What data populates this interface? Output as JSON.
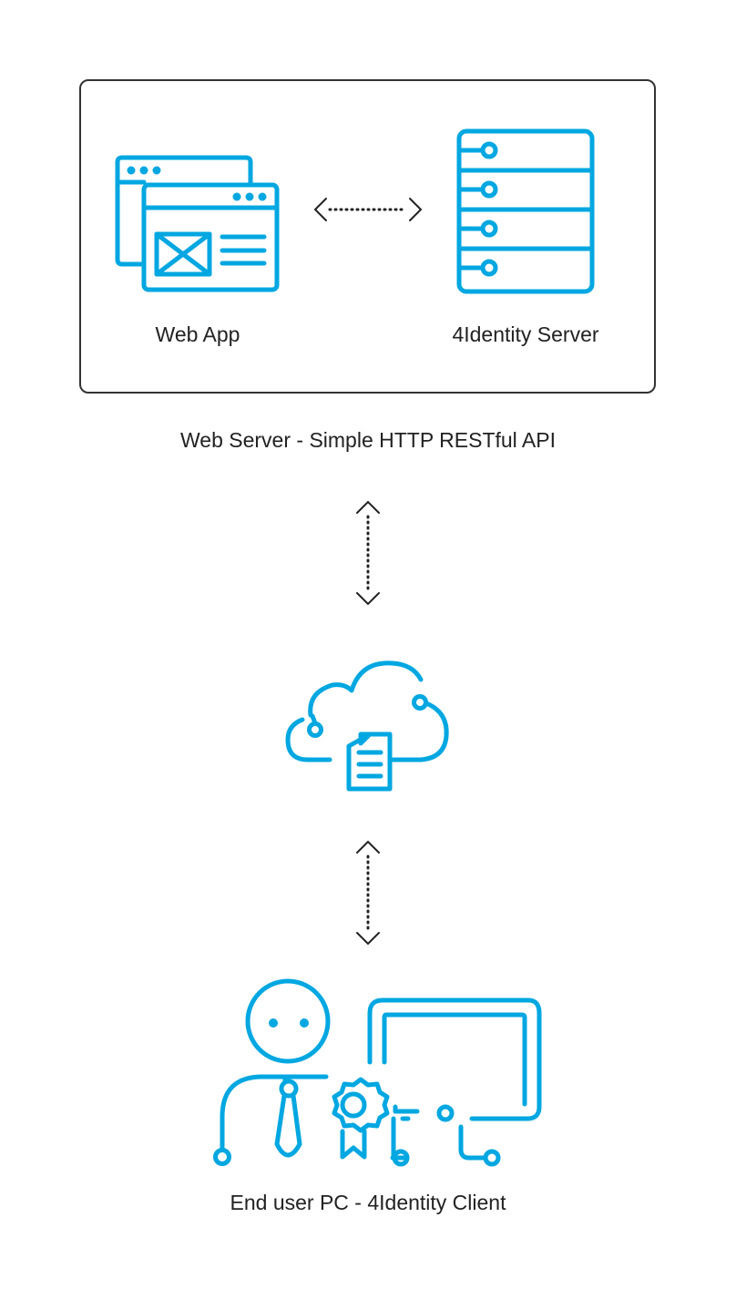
{
  "diagram": {
    "accent_color": "#00a7e1",
    "line_color": "#222222",
    "web_server": {
      "web_app_label": "Web App",
      "identity_server_label": "4Identity Server",
      "caption": "Web Server - Simple HTTP RESTful API",
      "web_app_icon": "browser-windows-icon",
      "server_icon": "server-rack-icon"
    },
    "cloud": {
      "icon": "cloud-document-icon"
    },
    "end_user": {
      "caption": "End user PC - 4Identity Client",
      "icon": "user-certificate-pc-icon"
    }
  }
}
